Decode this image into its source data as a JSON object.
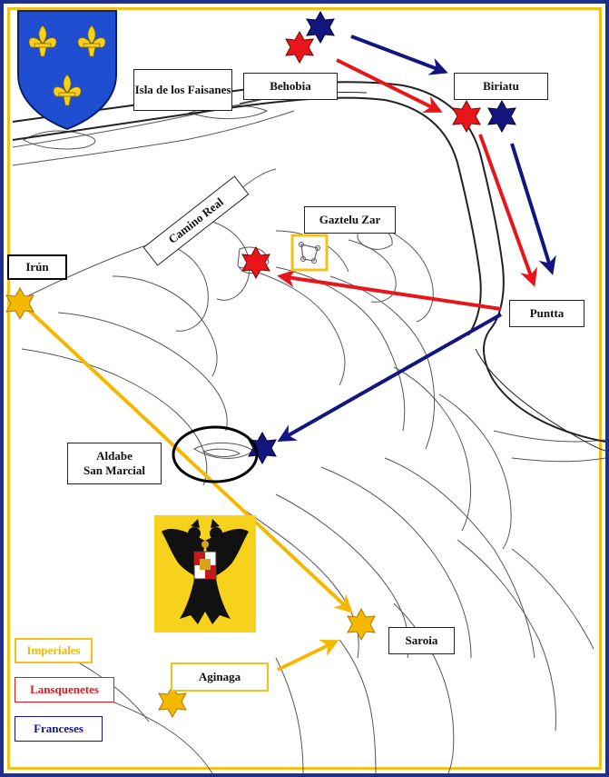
{
  "map": {
    "places": {
      "isla": "Isla de los Faisanes",
      "behobia": "Behobia",
      "biriatu": "Biriatu",
      "camino_real": "Camino Real",
      "gaztelu_zar": "Gaztelu Zar",
      "irun": "Irún",
      "puntta": "Puntta",
      "aldabe": "Aldabe\nSan Marcial",
      "saroia": "Saroia",
      "aginaga": "Aginaga"
    },
    "legend": {
      "imperiales": "Imperiales",
      "lansquenetes": "Lansquenetes",
      "franceses": "Franceses"
    },
    "colors": {
      "imperiales": "#f5b800",
      "lansquenetes": "#e8161b",
      "franceses": "#13167e",
      "frame_outer": "#1f2f8f",
      "frame_inner": "#f3c21a",
      "shield_blue": "#1f4fd0",
      "shield_gold": "#f7d21c"
    },
    "icons": [
      "french-shield-icon",
      "imperial-eagle-banner-icon",
      "star-icon",
      "fortress-icon"
    ]
  }
}
